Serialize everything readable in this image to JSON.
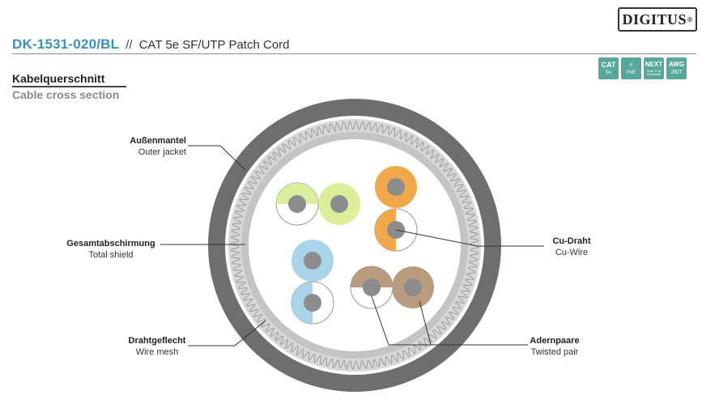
{
  "brand": {
    "logo_text": "DIGITUS",
    "registered_mark": "®"
  },
  "header": {
    "model": "DK-1531-020/BL",
    "separator": "//",
    "product": "CAT 5e SF/UTP Patch Cord"
  },
  "badges": [
    {
      "icon": "cat5e-badge-icon",
      "line1": "CAT",
      "line2": "5e"
    },
    {
      "icon": "poe-badge-icon",
      "line1": "⚡",
      "line2": "PoE"
    },
    {
      "icon": "next-badge-icon",
      "line1": "NEXT",
      "line2": "Near End Crosstalk"
    },
    {
      "icon": "awg-badge-icon",
      "line1": "AWG",
      "line2": "26/7"
    }
  ],
  "section": {
    "title_de": "Kabelquerschnitt",
    "title_en": "Cable cross section"
  },
  "labels": {
    "outer_jacket": {
      "de": "Außenmantel",
      "en": "Outer jacket"
    },
    "total_shield": {
      "de": "Gesamtabschirmung",
      "en": "Total shield"
    },
    "wire_mesh": {
      "de": "Drahtgeflecht",
      "en": "Wire mesh"
    },
    "cu_wire": {
      "de": "Cu-Draht",
      "en": "Cu-Wire"
    },
    "twisted_pair": {
      "de": "Adernpaare",
      "en": "Twisted pair"
    }
  },
  "colors": {
    "accent_blue": "#3d8fc0",
    "badge_teal": "#57a89b",
    "jacket": "#6e6e6e",
    "mesh_band": "#d7d7d7",
    "wire_green": "#dbee9b",
    "wire_orange": "#f0a84a",
    "wire_blue": "#a9d4ea",
    "wire_brown": "#b99b7f",
    "copper": "#8c8c8c"
  }
}
